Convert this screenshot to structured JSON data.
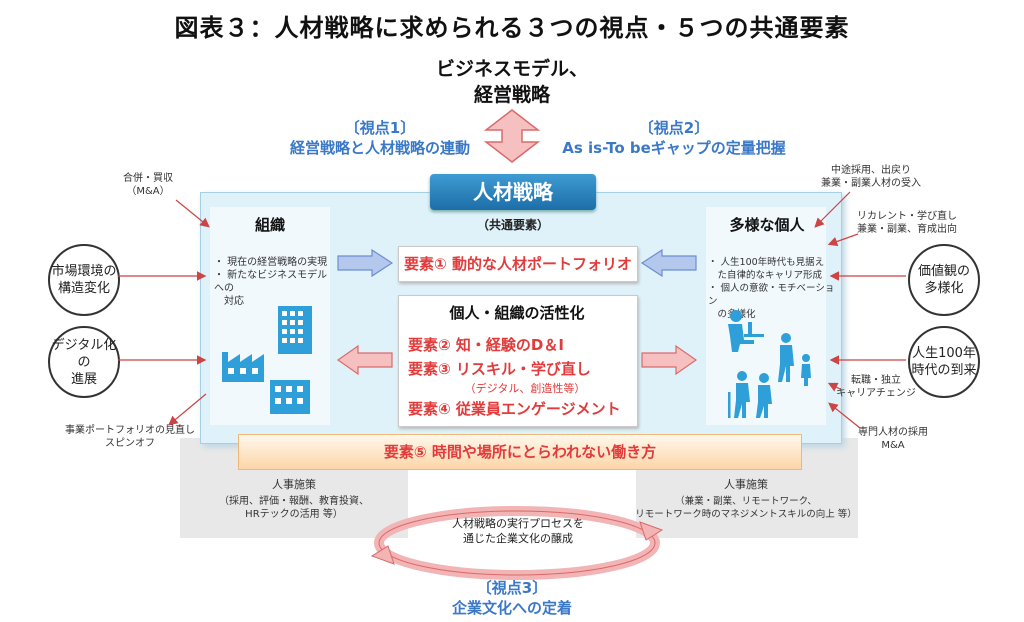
{
  "title": "図表３：人材戦略に求められる３つの視点・５つの共通要素",
  "business_model": [
    "ビジネスモデル、",
    "経営戦略"
  ],
  "viewpoint1": {
    "label": "〔視点1〕",
    "text": "経営戦略と人材戦略の連動"
  },
  "viewpoint2": {
    "label": "〔視点2〕",
    "text": "As is-To beギャップの定量把握"
  },
  "viewpoint3": {
    "label": "〔視点3〕",
    "text": "企業文化への定着"
  },
  "hr_strategy": "人材戦略",
  "common_elements": "（共通要素）",
  "organization": {
    "title": "組織",
    "bullets": [
      "・ 現在の経営戦略の実現",
      "・ 新たなビジネスモデルへの",
      "　対応"
    ]
  },
  "individual": {
    "title": "多様な個人",
    "bullets": [
      "・ 人生100年時代も見据え",
      "　た自律的なキャリア形成",
      "・ 個人の意欲・モチベーション",
      "　の多様化"
    ]
  },
  "element1": "要素① 動的な人材ポートフォリオ",
  "activation_title": "個人・組織の活性化",
  "element2": "要素② 知・経験のD＆I",
  "element3": "要素③ リスキル・学び直し",
  "element3_sub": "（デジタル、創造性等）",
  "element4": "要素④ 従業員エンゲージメント",
  "element5": "要素⑤ 時間や場所にとらわれない働き方",
  "hr_measures_left": {
    "title": "人事施策",
    "lines": [
      "（採用、評価・報酬、教育投資、",
      "HRテックの活用 等）"
    ]
  },
  "hr_measures_right": {
    "title": "人事施策",
    "lines": [
      "（兼業・副業、リモートワーク、",
      "リモートワーク時のマネジメントスキルの向上 等）"
    ]
  },
  "culture_process": [
    "人材戦略の実行プロセスを",
    "通じた企業文化の醸成"
  ],
  "external_left": {
    "ma": [
      "合併・買収",
      "（M&A）"
    ],
    "market": [
      "市場環境の",
      "構造変化"
    ],
    "digital": [
      "デジタル化の",
      "進展"
    ],
    "portfolio": [
      "事業ポートフォリオの見直し",
      "スピンオフ"
    ]
  },
  "external_right": {
    "midcareer": [
      "中途採用、出戻り",
      "兼業・副業人材の受入"
    ],
    "recurrent": [
      "リカレント・学び直し",
      "兼業・副業、育成出向"
    ],
    "values": [
      "価値観の",
      "多様化"
    ],
    "life100": [
      "人生100年",
      "時代の到来"
    ],
    "career": [
      "転職・独立",
      "キャリアチェンジ"
    ],
    "specialist": [
      "専門人材の採用",
      "M&A"
    ]
  },
  "colors": {
    "accent_blue": "#3a78c8",
    "element_red": "#e23b3b",
    "frame_bg": "#dff2fa",
    "icon_blue": "#2e9fd8"
  }
}
